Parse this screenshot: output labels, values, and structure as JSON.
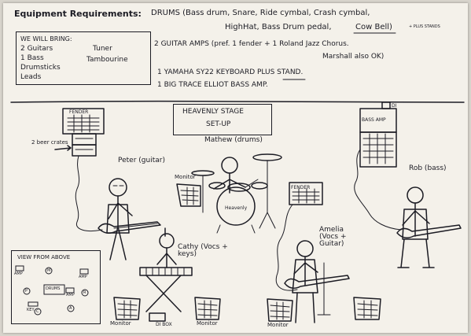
{
  "header": {
    "title": "Equipment Requirements:",
    "drums_line1": "DRUMS (Bass drum, Snare, Ride cymbal, Crash cymbal,",
    "drums_line2": "HighHat, Bass Drum pedal,",
    "cowbell": "Cow Bell)",
    "plus_stands": "+ PLUS STANDS",
    "amps_line1": "2 GUITAR AMPS (pref. 1 fender + 1 Roland Jazz Chorus.",
    "amps_line2": "Marshall also OK)",
    "keyboard_line": "1 YAMAHA SY22 KEYBOARD PLUS STAND.",
    "bass_amp_line": "1 BIG TRACE ELLIOT BASS AMP."
  },
  "bring": {
    "heading": "WE WILL BRING:",
    "left_items": [
      "2 Guitars",
      "1 Bass",
      "Drumsticks",
      "Leads"
    ],
    "right_items": [
      "Tuner",
      "Tambourine"
    ]
  },
  "stage": {
    "title_line1": "HEAVENLY STAGE",
    "title_line2": "SET-UP"
  },
  "labels": {
    "amp_left": "FENDER",
    "beer_crates": "2 beer crates",
    "peter": "Peter (guitar)",
    "mathew": "Mathew (drums)",
    "drum_logo": "Heavenly",
    "monitor_left": "Monitor",
    "amp_center": "FENDER",
    "bass_amp": "BASS AMP",
    "di_top": "DI",
    "rob": "Rob (bass)",
    "cathy": "Cathy (Vocs + keys)",
    "amelia": "Amelia (Vocs + Guitar)",
    "monitor_bottom_left": "Monitor",
    "di_box": "DI BOX",
    "monitor_bottom_mid": "Monitor",
    "monitor_bottom_right": "Monitor"
  },
  "view_from_above": {
    "title": "VIEW FROM ABOVE",
    "amp_left": "AMP",
    "amp_right": "AMP",
    "drums": "DRUMS",
    "amp_mid": "AMP",
    "key": "KEY",
    "letters": [
      "P",
      "M",
      "R",
      "C",
      "A"
    ]
  }
}
